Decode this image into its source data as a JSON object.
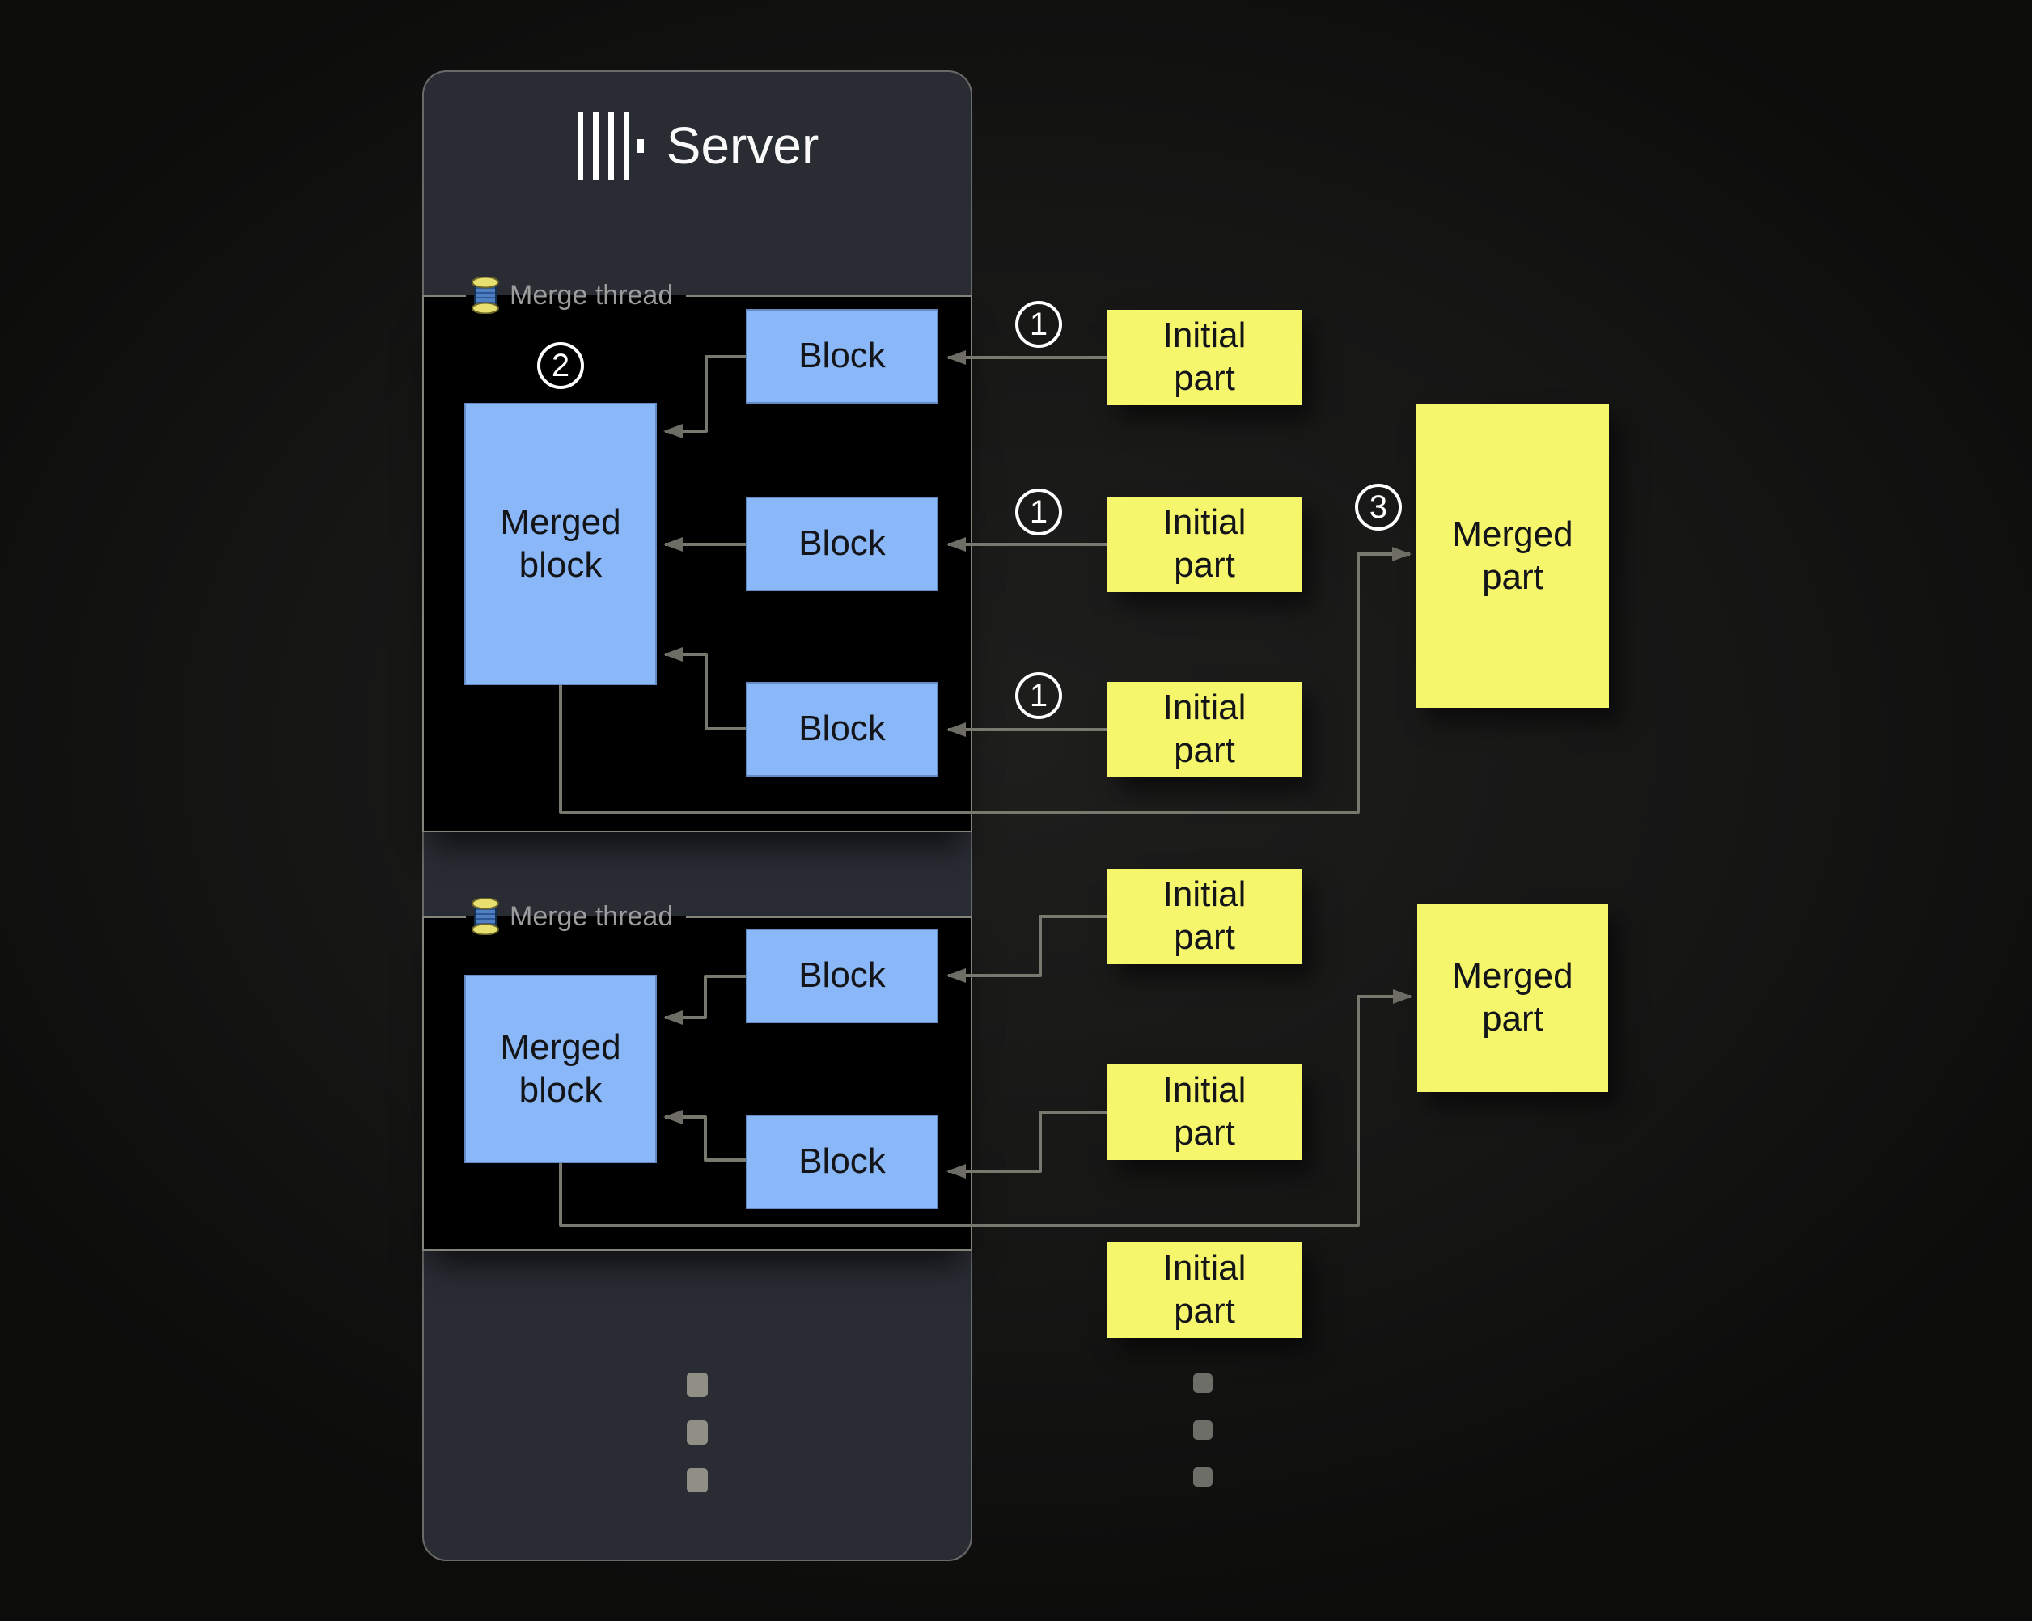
{
  "server": {
    "title": "Server"
  },
  "threads": [
    {
      "label": "Merge thread",
      "merged_block": "Merged\nblock",
      "blocks": [
        "Block",
        "Block",
        "Block"
      ]
    },
    {
      "label": "Merge thread",
      "merged_block": "Merged\nblock",
      "blocks": [
        "Block",
        "Block"
      ]
    }
  ],
  "initial_parts": [
    "Initial\npart",
    "Initial\npart",
    "Initial\npart",
    "Initial\npart",
    "Initial\npart",
    "Initial\npart"
  ],
  "merged_parts": [
    "Merged\npart",
    "Merged\npart"
  ],
  "steps": {
    "one": "1",
    "two": "2",
    "three": "3"
  },
  "connections": [
    "step 1: initial part -> block",
    "step 2: blocks -> merged block",
    "step 3: merged block -> merged part"
  ],
  "icons": {
    "server_logo": "vertical-bars-logo",
    "merge_thread": "thread-spool",
    "continuation": "vertical-ellipsis"
  },
  "colors": {
    "page_bg": "#161615",
    "server_bg": "#292c33",
    "thread_panel_bg": "#000000",
    "panel_border": "#83847a",
    "block_blue": "#8ab7f8",
    "part_yellow": "#f6f66d",
    "arrow_gray": "#78786f",
    "label_gray": "#9c9c9c",
    "title_white": "#fafafa"
  }
}
